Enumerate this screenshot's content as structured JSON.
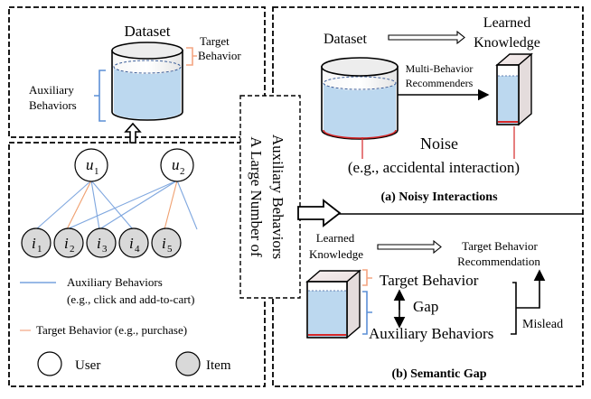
{
  "left_top": {
    "dataset_label": "Dataset",
    "target_behavior_label": [
      "Target",
      "Behavior"
    ],
    "auxiliary_behaviors_label": [
      "Auxiliary",
      "Behaviors"
    ]
  },
  "vertical_banner": {
    "lines": [
      "A Large Number of",
      "Auxiliary Behaviors"
    ]
  },
  "graph": {
    "users": [
      {
        "base": "u",
        "sub": "1"
      },
      {
        "base": "u",
        "sub": "2"
      }
    ],
    "items": [
      {
        "base": "i",
        "sub": "1"
      },
      {
        "base": "i",
        "sub": "2"
      },
      {
        "base": "i",
        "sub": "3"
      },
      {
        "base": "i",
        "sub": "4"
      },
      {
        "base": "i",
        "sub": "5"
      }
    ]
  },
  "legend": {
    "auxiliary_line1": "Auxiliary Behaviors",
    "auxiliary_line2": "(e.g., click and add-to-cart)",
    "target": "Target Behavior (e.g., purchase)",
    "user": "User",
    "item": "Item"
  },
  "panel_a": {
    "dataset": "Dataset",
    "learned_knowledge": [
      "Learned",
      "Knowledge"
    ],
    "recommenders": [
      "Multi-Behavior",
      "Recommenders"
    ],
    "noise": "Noise",
    "noise_example": "(e.g., accidental interaction)",
    "caption": "(a) Noisy Interactions"
  },
  "panel_b": {
    "learned_knowledge": [
      "Learned",
      "Knowledge"
    ],
    "target_rec": [
      "Target Behavior",
      "Recommendation"
    ],
    "target_behavior": "Target Behavior",
    "gap": "Gap",
    "auxiliary_behaviors": "Auxiliary Behaviors",
    "mislead": "Mislead",
    "caption": "(b) Semantic Gap"
  },
  "colors": {
    "liquid": "#bcd8ef",
    "liquid_edge": "#8db7dc",
    "target_bracket": "#f4a582",
    "aux_bracket": "#5b8fd6",
    "aux_edge": "#7fa7df",
    "target_edge": "#f0a070",
    "noise_line": "#d62728",
    "item_fill": "#d9d9d9"
  }
}
